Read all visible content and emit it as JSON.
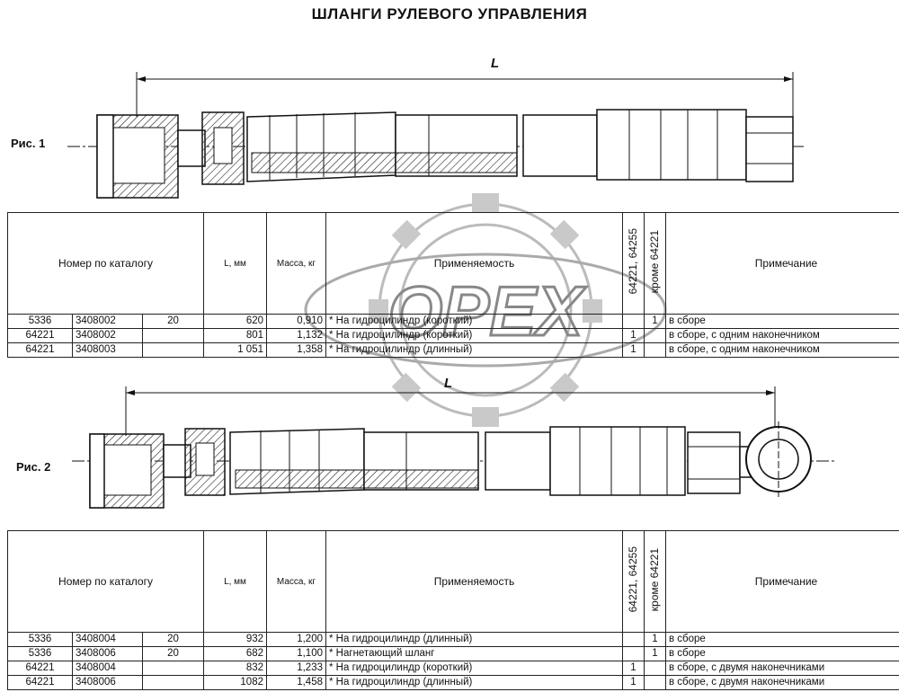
{
  "title": "ШЛАНГИ РУЛЕВОГО УПРАВЛЕНИЯ",
  "fig1": {
    "label": "Рис. 1",
    "dim": "L"
  },
  "fig2": {
    "label": "Рис. 2",
    "dim": "L"
  },
  "columns": {
    "catalog": "Номер по каталогу",
    "length": "L, мм",
    "mass": "Масса, кг",
    "application": "Применяемость",
    "model_a": "64221, 64255",
    "model_b": "кроме 64221",
    "note": "Примечание"
  },
  "table1": [
    {
      "model": "5336",
      "number": "3408002",
      "suffix": "20",
      "length": "620",
      "mass": "0,910",
      "app": "* На гидроцилиндр (короткий)",
      "a": "",
      "b": "1",
      "note": "в сборе"
    },
    {
      "model": "64221",
      "number": "3408002",
      "suffix": "",
      "length": "801",
      "mass": "1,132",
      "app": "* На гидроцилиндр (короткий)",
      "a": "1",
      "b": "",
      "note": "в сборе, с одним наконечником"
    },
    {
      "model": "64221",
      "number": "3408003",
      "suffix": "",
      "length": "1 051",
      "mass": "1,358",
      "app": "* На гидроцилиндр (длинный)",
      "a": "1",
      "b": "",
      "note": "в сборе, с одним наконечником"
    }
  ],
  "table2": [
    {
      "model": "5336",
      "number": "3408004",
      "suffix": "20",
      "length": "932",
      "mass": "1,200",
      "app": "* На гидроцилиндр (длинный)",
      "a": "",
      "b": "1",
      "note": "в сборе"
    },
    {
      "model": "5336",
      "number": "3408006",
      "suffix": "20",
      "length": "682",
      "mass": "1,100",
      "app": "* Нагнетающий шланг",
      "a": "",
      "b": "1",
      "note": "в сборе"
    },
    {
      "model": "64221",
      "number": "3408004",
      "suffix": "",
      "length": "832",
      "mass": "1,233",
      "app": "* На гидроцилиндр (короткий)",
      "a": "1",
      "b": "",
      "note": "в сборе, с двумя наконечниками"
    },
    {
      "model": "64221",
      "number": "3408006",
      "suffix": "",
      "length": "1082",
      "mass": "1,458",
      "app": "* На гидроцилиндр (длинный)",
      "a": "1",
      "b": "",
      "note": "в сборе, с двумя наконечниками"
    }
  ],
  "watermark": "OPEX"
}
